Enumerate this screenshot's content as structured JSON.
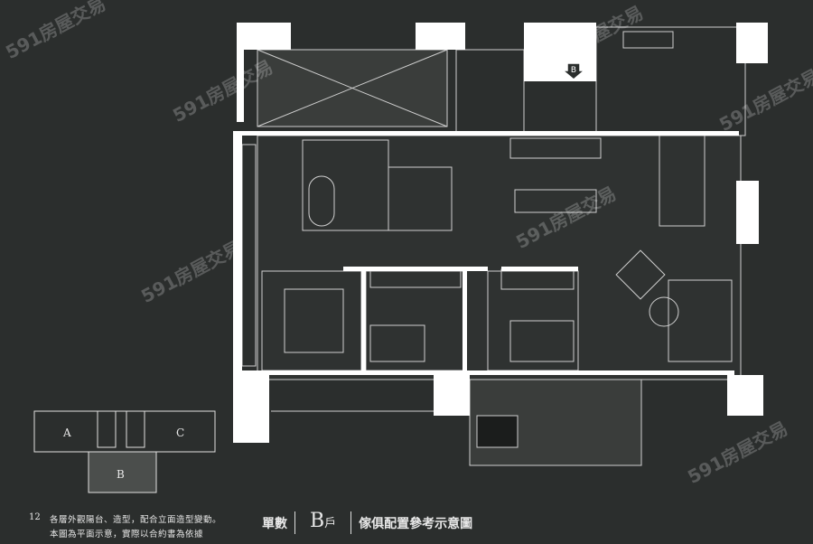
{
  "watermark": "591房屋交易",
  "entrance_marker": "B",
  "key_plan": {
    "units": [
      "A",
      "B",
      "C"
    ]
  },
  "footer": {
    "page_number": "12",
    "notes": [
      "各層外觀陽台、造型，配合立面造型變動。",
      "本圖為平面示意，實際以合約書為依據"
    ],
    "category": "單數",
    "unit": "B",
    "unit_suffix": "戶",
    "caption": "傢俱配置參考示意圖"
  },
  "colors": {
    "background": "#2b2e2d",
    "wall": "#ffffff",
    "balcony": "#4b4e4c"
  }
}
